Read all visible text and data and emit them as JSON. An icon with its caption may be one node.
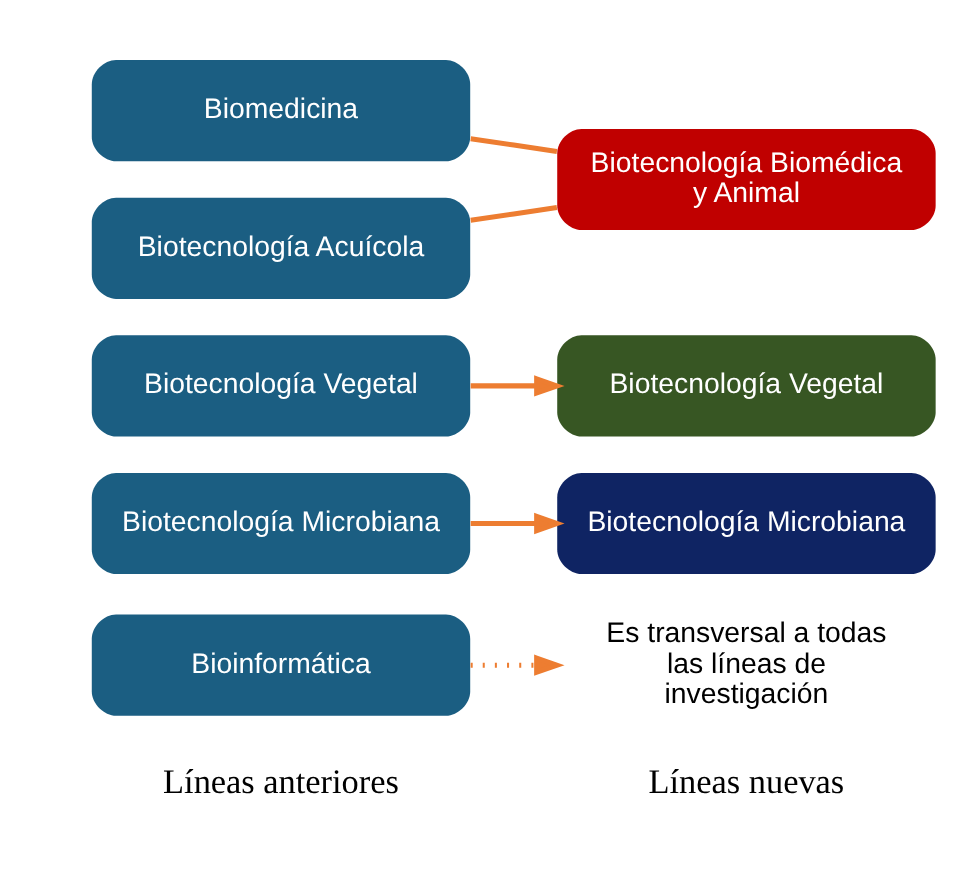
{
  "diagram": {
    "nodes": [
      {
        "text": [
          "Biomedicina"
        ]
      },
      {
        "text": [
          "Biotecnología Acuícola"
        ]
      },
      {
        "text": [
          "Biotecnología Vegetal"
        ]
      },
      {
        "text": [
          "Biotecnología Microbiana"
        ]
      },
      {
        "text": [
          "Bioinformática"
        ]
      },
      {
        "text": [
          "Biotecnología Biomédica y Animal"
        ]
      },
      {
        "text": [
          "Biotecnología Vegetal"
        ]
      },
      {
        "text": [
          "Biotecnología Microbiana"
        ]
      },
      {
        "text": [
          "Es transversal a todas las líneas de investigación"
        ]
      }
    ],
    "edges": [
      {
        "from": 0,
        "to": 5,
        "arrow": "none"
      },
      {
        "from": 1,
        "to": 5,
        "arrow": "none"
      },
      {
        "from": 2,
        "to": 6,
        "arrow": "to"
      },
      {
        "from": 3,
        "to": 7,
        "arrow": "to"
      },
      {
        "from": 4,
        "to": 8,
        "arrow": "to",
        "style": "dashed"
      }
    ],
    "labels": [
      "Líneas anteriores",
      "Líneas nuevas"
    ]
  }
}
